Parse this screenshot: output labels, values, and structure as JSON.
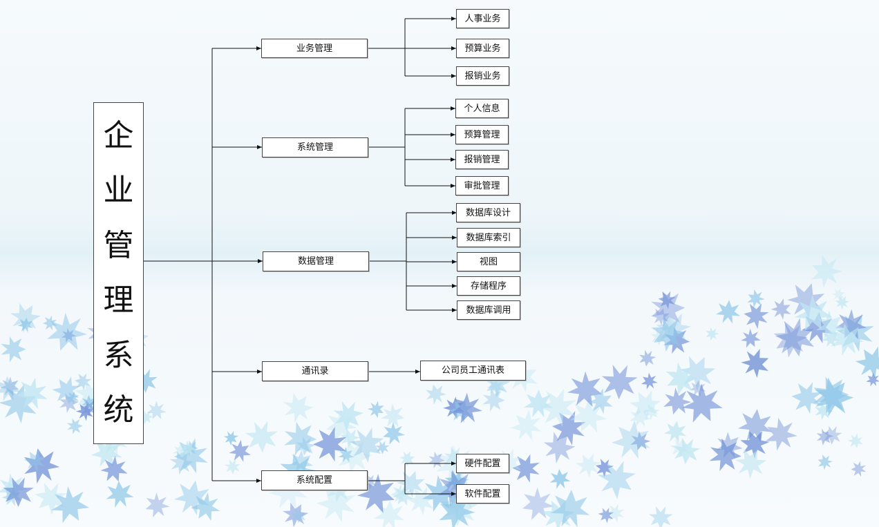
{
  "root": {
    "title": "企业管理系统",
    "chars": [
      "企",
      "业",
      "管",
      "理",
      "系",
      "统"
    ]
  },
  "groups": [
    {
      "label": "业务管理",
      "children": [
        "人事业务",
        "预算业务",
        "报销业务"
      ]
    },
    {
      "label": "系统管理",
      "children": [
        "个人信息",
        "预算管理",
        "报销管理",
        "审批管理"
      ]
    },
    {
      "label": "数据管理",
      "children": [
        "数据库设计",
        "数据库索引",
        "视图",
        "存储程序",
        "数据库调用"
      ]
    },
    {
      "label": "通讯录",
      "children": [
        "公司员工通讯表"
      ]
    },
    {
      "label": "系统配置",
      "children": [
        "硬件配置",
        "软件配置"
      ]
    }
  ],
  "colors": {
    "line": "#111111",
    "border": "#444444",
    "leaf_light": "#bfe6f2",
    "leaf_mid": "#8fc7e8",
    "leaf_dark": "#6f8fd6"
  }
}
